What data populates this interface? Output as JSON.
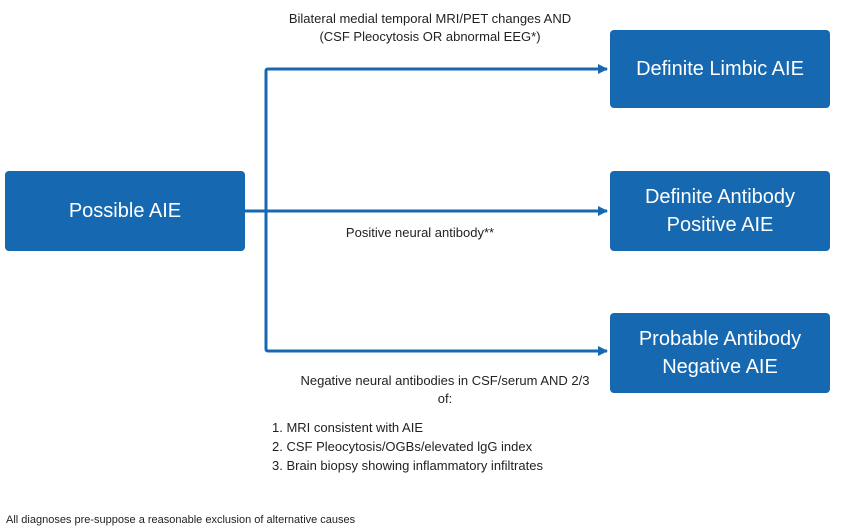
{
  "nodes": {
    "source": "Possible AIE",
    "target_1": "Definite Limbic AIE",
    "target_2": "Definite Antibody\nPositive AIE",
    "target_3": "Probable Antibody\nNegative AIE"
  },
  "edge_labels": {
    "edge_1": "Bilateral medial temporal MRI/PET changes AND\n(CSF Pleocytosis OR abnormal EEG*)",
    "edge_2": "Positive neural antibody**",
    "edge_3_line_1": "Negative neural antibodies in CSF/serum AND 2/3",
    "edge_3_line_2": "of:"
  },
  "criteria": [
    "1. MRI consistent with AIE",
    "2. CSF Pleocytosis/OGBs/elevated lgG index",
    "3. Brain biopsy showing inflammatory infiltrates"
  ],
  "footnote": "All diagnoses pre-suppose a reasonable exclusion of alternative causes",
  "colors": {
    "box_fill": "#1669b1",
    "box_text": "#ffffff",
    "arrow": "#1669b1"
  }
}
